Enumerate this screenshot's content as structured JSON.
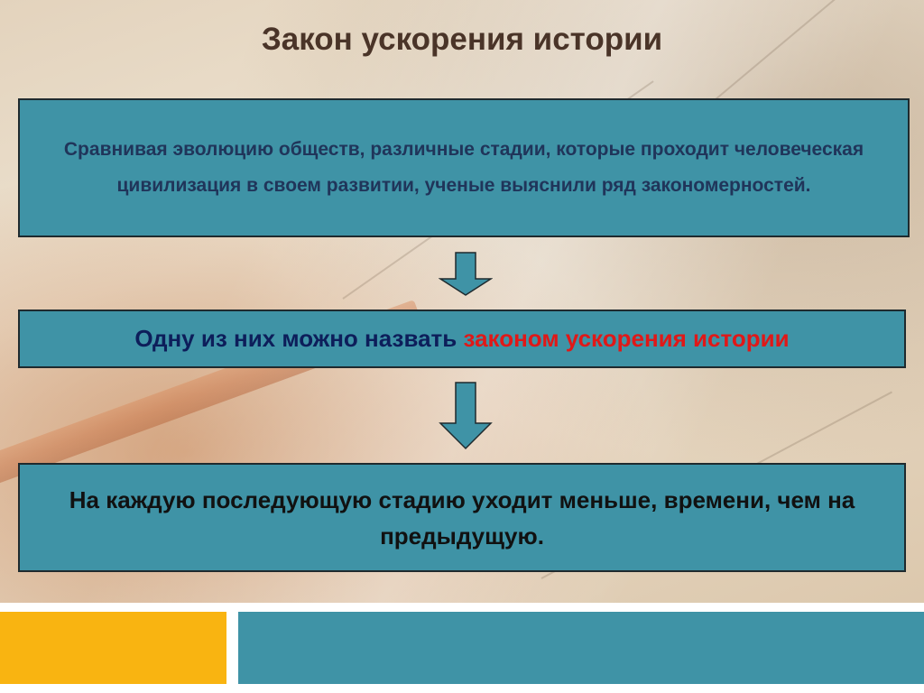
{
  "slide": {
    "title": "Закон ускорения истории",
    "box1_text": "Сравнивая эволюцию обществ, различные стадии, которые проходит человеческая цивилизация в своем развитии, ученые выяснили ряд закономерностей.",
    "box2_text_plain": "Одну из них можно назвать ",
    "box2_text_highlight": "законом ускорения истории",
    "box3_text": "На каждую последующую стадию уходит меньше, времени, чем на предыдущую."
  },
  "colors": {
    "box_fill": "#3f93a6",
    "highlight": "#e01818",
    "footer_yellow": "#f9b411",
    "footer_teal": "#3f93a6",
    "title": "#4a3428"
  },
  "icons": [
    "down-arrow-icon",
    "down-arrow-icon"
  ]
}
